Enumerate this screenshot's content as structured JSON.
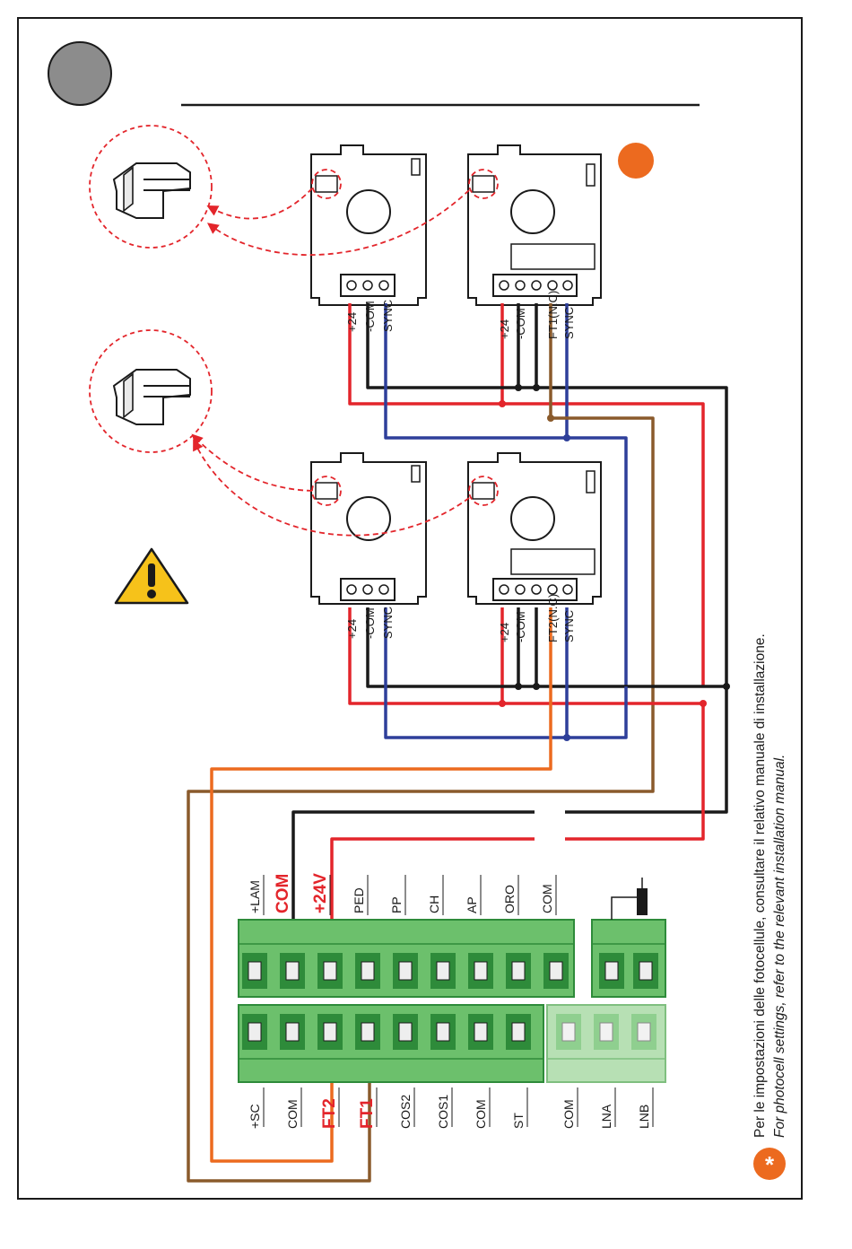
{
  "note": {
    "line_it": "Per le impostazioni delle fotocellule, consultare il relativo manuale di installazione.",
    "line_en": "For photocell settings, refer to the relevant installation manual.",
    "asterisk": "*"
  },
  "photocells": {
    "rx_terminals": [
      "+24",
      "-COM",
      "SYNC"
    ],
    "tx1_terminals": [
      "+24",
      "-COM",
      "FT1(N.C)",
      "SYNC"
    ],
    "tx2_terminals": [
      "+24",
      "-COM",
      "FT2(N.C)",
      "SYNC"
    ]
  },
  "terminal_block": {
    "top_labels": [
      "+LAM",
      "COM",
      "+24V",
      "PED",
      "PP",
      "CH",
      "AP",
      "ORO",
      "COM"
    ],
    "bottom_labels": [
      "+SC",
      "COM",
      "FT2",
      "FT1",
      "COS2",
      "COS1",
      "COM",
      "ST",
      "COM",
      "LNA",
      "LNB"
    ]
  },
  "colors": {
    "red": "#e3252b",
    "blue": "#2e3f9a",
    "black": "#1a1a1a",
    "brown": "#8a5a2b",
    "orange": "#ec6a1f",
    "green": "#6cc06c",
    "green_dark": "#2e8b3a",
    "green_light": "#b7e0b4",
    "grey": "#8c8c8c",
    "warning": "#f6c21a"
  }
}
